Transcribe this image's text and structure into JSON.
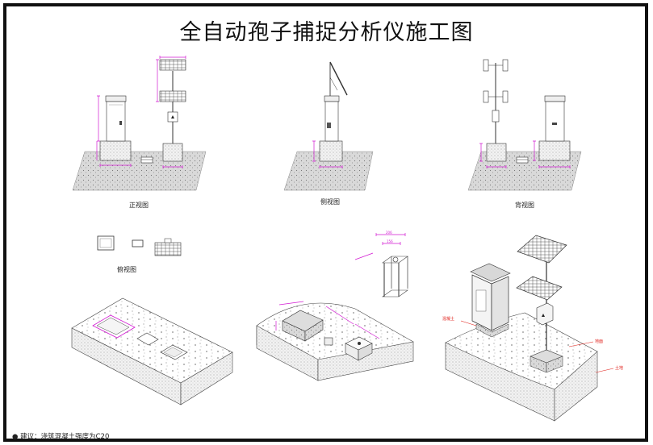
{
  "title": "全自动孢子捕捉分析仪施工图",
  "views": {
    "front": "正视图",
    "side": "侧视图",
    "back": "背视图",
    "top": "俯视图"
  },
  "dimensions": {
    "d206": "206",
    "d156": "156"
  },
  "labels": {
    "concrete": "混凝土",
    "ground": "地面",
    "soil": "土地"
  },
  "note": "● 建议：浇筑混凝土强度为C20"
}
